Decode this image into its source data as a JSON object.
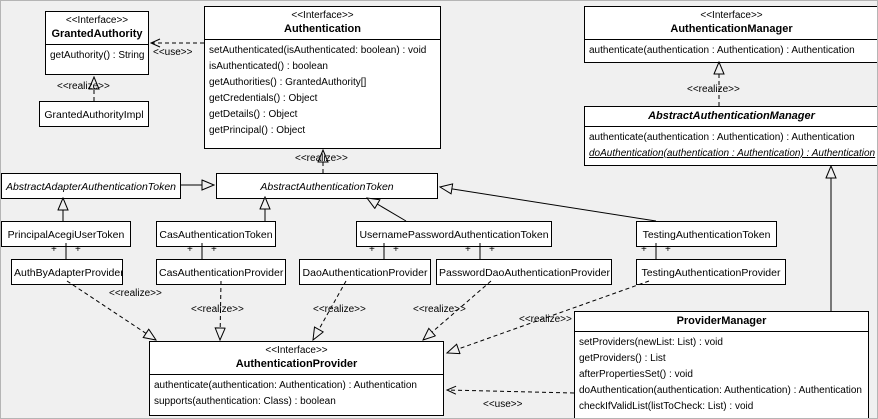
{
  "colors": {
    "canvas_bg": "#f0f0f0",
    "box_bg": "#ffffff",
    "line": "#000000"
  },
  "labels": {
    "use": "<<use>>",
    "realize": "<<realize>>",
    "plus": "+"
  },
  "classes": {
    "granted_authority": {
      "stereotype": "<<Interface>>",
      "name": "GrantedAuthority",
      "methods": [
        "getAuthority() : String"
      ]
    },
    "granted_authority_impl": {
      "name": "GrantedAuthorityImpl"
    },
    "authentication": {
      "stereotype": "<<Interface>>",
      "name": "Authentication",
      "methods": [
        "setAuthenticated(isAuthenticated: boolean) : void",
        "isAuthenticated() : boolean",
        "getAuthorities() : GrantedAuthority[]",
        "getCredentials() : Object",
        "getDetails() : Object",
        "getPrincipal() : Object"
      ]
    },
    "authentication_manager": {
      "stereotype": "<<Interface>>",
      "name": "AuthenticationManager",
      "methods": [
        "authenticate(authentication : Authentication) : Authentication"
      ]
    },
    "abstract_authentication_manager": {
      "name": "AbstractAuthenticationManager",
      "methods": [
        "authenticate(authentication : Authentication) : Authentication",
        "doAuthentication(authentication : Authentication) : Authentication"
      ]
    },
    "abstract_adapter_authentication_token": {
      "name": "AbstractAdapterAuthenticationToken"
    },
    "abstract_authentication_token": {
      "name": "AbstractAuthenticationToken"
    },
    "principal_acegi_user_token": {
      "name": "PrincipalAcegiUserToken"
    },
    "cas_authentication_token": {
      "name": "CasAuthenticationToken"
    },
    "username_password_authentication_token": {
      "name": "UsernamePasswordAuthenticationToken"
    },
    "testing_authentication_token": {
      "name": "TestingAuthenticationToken"
    },
    "auth_by_adapter_provider": {
      "name": "AuthByAdapterProvider"
    },
    "cas_authentication_provider": {
      "name": "CasAuthenticationProvider"
    },
    "dao_authentication_provider": {
      "name": "DaoAuthenticationProvider"
    },
    "password_dao_authentication_provider": {
      "name": "PasswordDaoAuthenticationProvider"
    },
    "testing_authentication_provider": {
      "name": "TestingAuthenticationProvider"
    },
    "authentication_provider": {
      "stereotype": "<<Interface>>",
      "name": "AuthenticationProvider",
      "methods": [
        "authenticate(authentication: Authentication) : Authentication",
        "supports(authentication: Class) : boolean"
      ]
    },
    "provider_manager": {
      "name": "ProviderManager",
      "methods": [
        "setProviders(newList: List) : void",
        "getProviders() : List",
        "afterPropertiesSet() : void",
        "doAuthentication(authentication: Authentication) : Authentication",
        "checkIfValidList(listToCheck: List) : void"
      ]
    }
  }
}
